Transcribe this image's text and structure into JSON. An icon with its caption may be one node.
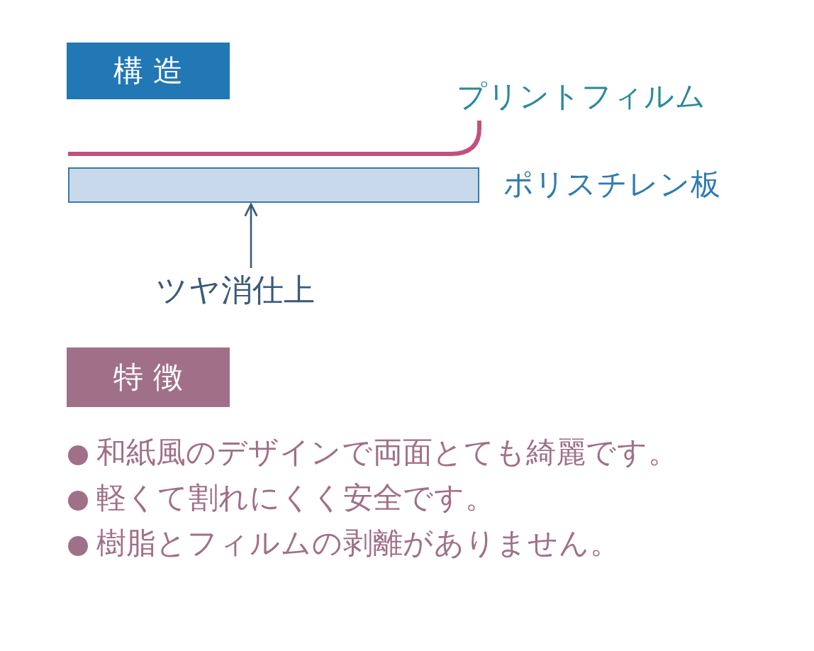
{
  "diagram": {
    "nodes": [
      {
        "text": [
          "構 造"
        ]
      },
      {
        "text": [
          "プリントフィルム"
        ]
      },
      {
        "text": [],
        "shape": "bar"
      },
      {
        "text": [],
        "shape": "bar",
        "beside": [
          "ポリスチレン板"
        ]
      },
      {
        "text": [
          "ツヤ消仕上"
        ]
      },
      {
        "text": [
          "特 徴"
        ]
      }
    ],
    "edges": [
      {
        "from": 1,
        "to": 2,
        "arrow": "none",
        "style": "thick",
        "color": "#c2507e"
      },
      {
        "from": 4,
        "to": 3,
        "arrow": "to",
        "color": "#3b5a7a"
      }
    ],
    "labels": [
      "和紙風のデザインで両面とても綺麗です。",
      "軽くて割れにくく安全です。",
      "樹脂とフィルムの剥離がありません。"
    ]
  }
}
